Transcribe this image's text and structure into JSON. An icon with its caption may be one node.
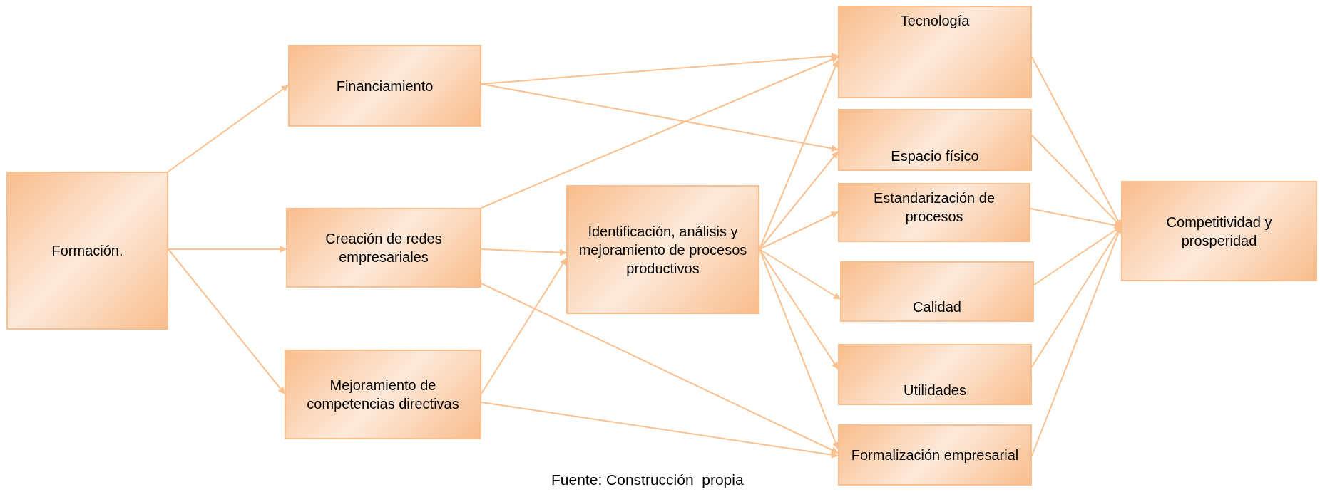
{
  "diagram": {
    "caption": "Fuente: Construcción  propia",
    "nodes": [
      {
        "text": [
          "Formación."
        ]
      },
      {
        "text": [
          "Financiamiento"
        ]
      },
      {
        "text": [
          "Creación de redes empresariales"
        ]
      },
      {
        "text": [
          "Mejoramiento de competencias directivas"
        ]
      },
      {
        "text": [
          "Identificación, análisis y mejoramiento  de procesos productivos"
        ]
      },
      {
        "text": [
          "Tecnología"
        ]
      },
      {
        "text": [
          "Espacio físico"
        ]
      },
      {
        "text": [
          "Estandarización de procesos"
        ]
      },
      {
        "text": [
          "Calidad"
        ]
      },
      {
        "text": [
          "Utilidades"
        ]
      },
      {
        "text": [
          "Formalización empresarial"
        ]
      },
      {
        "text": [
          "Competitividad  y prosperidad"
        ]
      }
    ],
    "edges": [
      {
        "from": 0,
        "to": 1,
        "arrow": "to"
      },
      {
        "from": 0,
        "to": 2,
        "arrow": "to"
      },
      {
        "from": 0,
        "to": 3,
        "arrow": "to"
      },
      {
        "from": 1,
        "to": 5,
        "arrow": "to"
      },
      {
        "from": 1,
        "to": 6,
        "arrow": "to"
      },
      {
        "from": 2,
        "to": 4,
        "arrow": "to"
      },
      {
        "from": 2,
        "to": 5,
        "arrow": "to"
      },
      {
        "from": 2,
        "to": 10,
        "arrow": "to"
      },
      {
        "from": 3,
        "to": 4,
        "arrow": "to"
      },
      {
        "from": 3,
        "to": 10,
        "arrow": "to"
      },
      {
        "from": 4,
        "to": 5,
        "arrow": "to"
      },
      {
        "from": 4,
        "to": 6,
        "arrow": "to"
      },
      {
        "from": 4,
        "to": 7,
        "arrow": "to"
      },
      {
        "from": 4,
        "to": 8,
        "arrow": "to"
      },
      {
        "from": 4,
        "to": 9,
        "arrow": "to"
      },
      {
        "from": 4,
        "to": 10,
        "arrow": "to"
      },
      {
        "from": 5,
        "to": 11,
        "arrow": "to"
      },
      {
        "from": 6,
        "to": 11,
        "arrow": "to"
      },
      {
        "from": 7,
        "to": 11,
        "arrow": "to"
      },
      {
        "from": 8,
        "to": 11,
        "arrow": "to"
      },
      {
        "from": 9,
        "to": 11,
        "arrow": "to"
      },
      {
        "from": 10,
        "to": 11,
        "arrow": "to"
      }
    ]
  }
}
